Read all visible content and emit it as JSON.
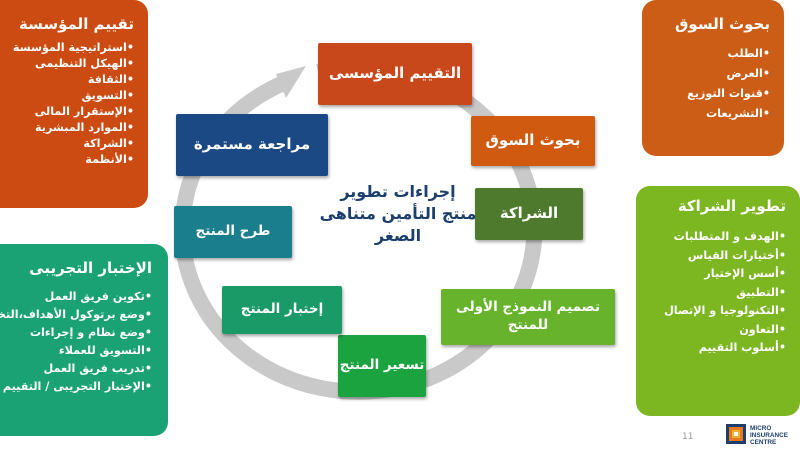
{
  "center": {
    "line1": "إجراءات تطوير",
    "line2": "منتج التأمين متناهى",
    "line3": "الصغر"
  },
  "cycle_steps": [
    {
      "label": "التقييم المؤسسى"
    },
    {
      "label": "بحوث السوق"
    },
    {
      "label": "الشراكة"
    },
    {
      "label": "تصميم النموذج الأولى للمنتج"
    },
    {
      "label": "تسعير المنتج"
    },
    {
      "label": "إختبار المنتج"
    },
    {
      "label": "طرح المنتج"
    },
    {
      "label": "مراجعة مستمرة"
    }
  ],
  "panels": {
    "institutional": {
      "title": "تقييم المؤسسة",
      "items": [
        "•استراتيجية المؤسسة",
        "•الهيكل التنظيمى",
        "•الثقافة",
        "•التسويق",
        "•الإستقرار المالى",
        "•الموارد المبشرية",
        "•الشراكة",
        "•الأنظمة"
      ]
    },
    "market": {
      "title": "بحوث السوق",
      "items": [
        "•الطلب",
        "•العرض",
        "•قنوات التوزيع",
        "•التشريعات"
      ]
    },
    "pilot": {
      "title": "الإختبار التجريبى",
      "items": [
        "•تكوين فريق العمل",
        "•وضع برتوكول الأهداف،التخطيط",
        "•وضع نظام و إجراءات",
        "•التسويق للعملاء",
        "•تدريب فريق العمل",
        "•الإختبار التجريبى / التقييم"
      ]
    },
    "partnership": {
      "title": "تطوير الشراكة",
      "items": [
        "•الهدف و المتطلبات",
        "•أختيارات القياس",
        "•أسس الإختيار",
        "•التطبيق",
        "•التكنولوجيا و الإتصال",
        "•التعاون",
        "•أسلوب التقييم"
      ]
    }
  },
  "footer": {
    "page_number": "11",
    "logo_line1": "Micro",
    "logo_line2": "Insurance",
    "logo_line3": "Centre"
  },
  "colors": {
    "ring": "#c9c9c9",
    "center_text": "#1d3f6e",
    "logo_navy": "#1d3f6e",
    "logo_orange": "#e8781c"
  }
}
